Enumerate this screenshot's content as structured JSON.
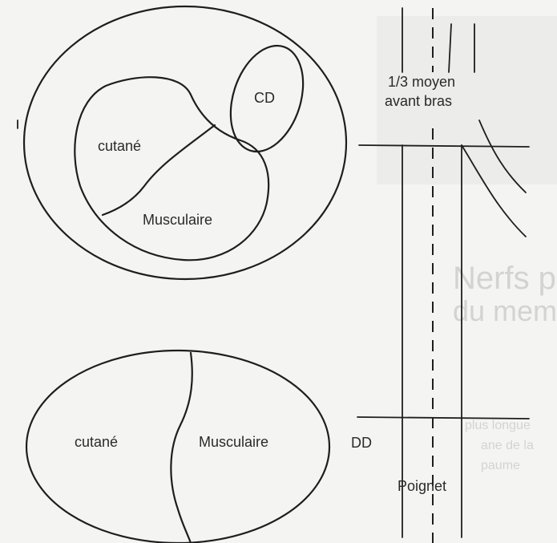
{
  "labels": {
    "top_cd": "CD",
    "top_cutane": "cutané",
    "top_musculaire": "Musculaire",
    "bottom_cutane": "cutané",
    "bottom_musculaire": "Musculaire",
    "tier_line1": "1/3 moyen",
    "tier_line2": "avant bras",
    "dd": "DD",
    "poignet": "Poignet"
  },
  "bleed": {
    "heading1": "Nerfs pér",
    "heading2": "du membre",
    "para1": "plus longue",
    "para2": "ane de la",
    "para3": "paume"
  }
}
